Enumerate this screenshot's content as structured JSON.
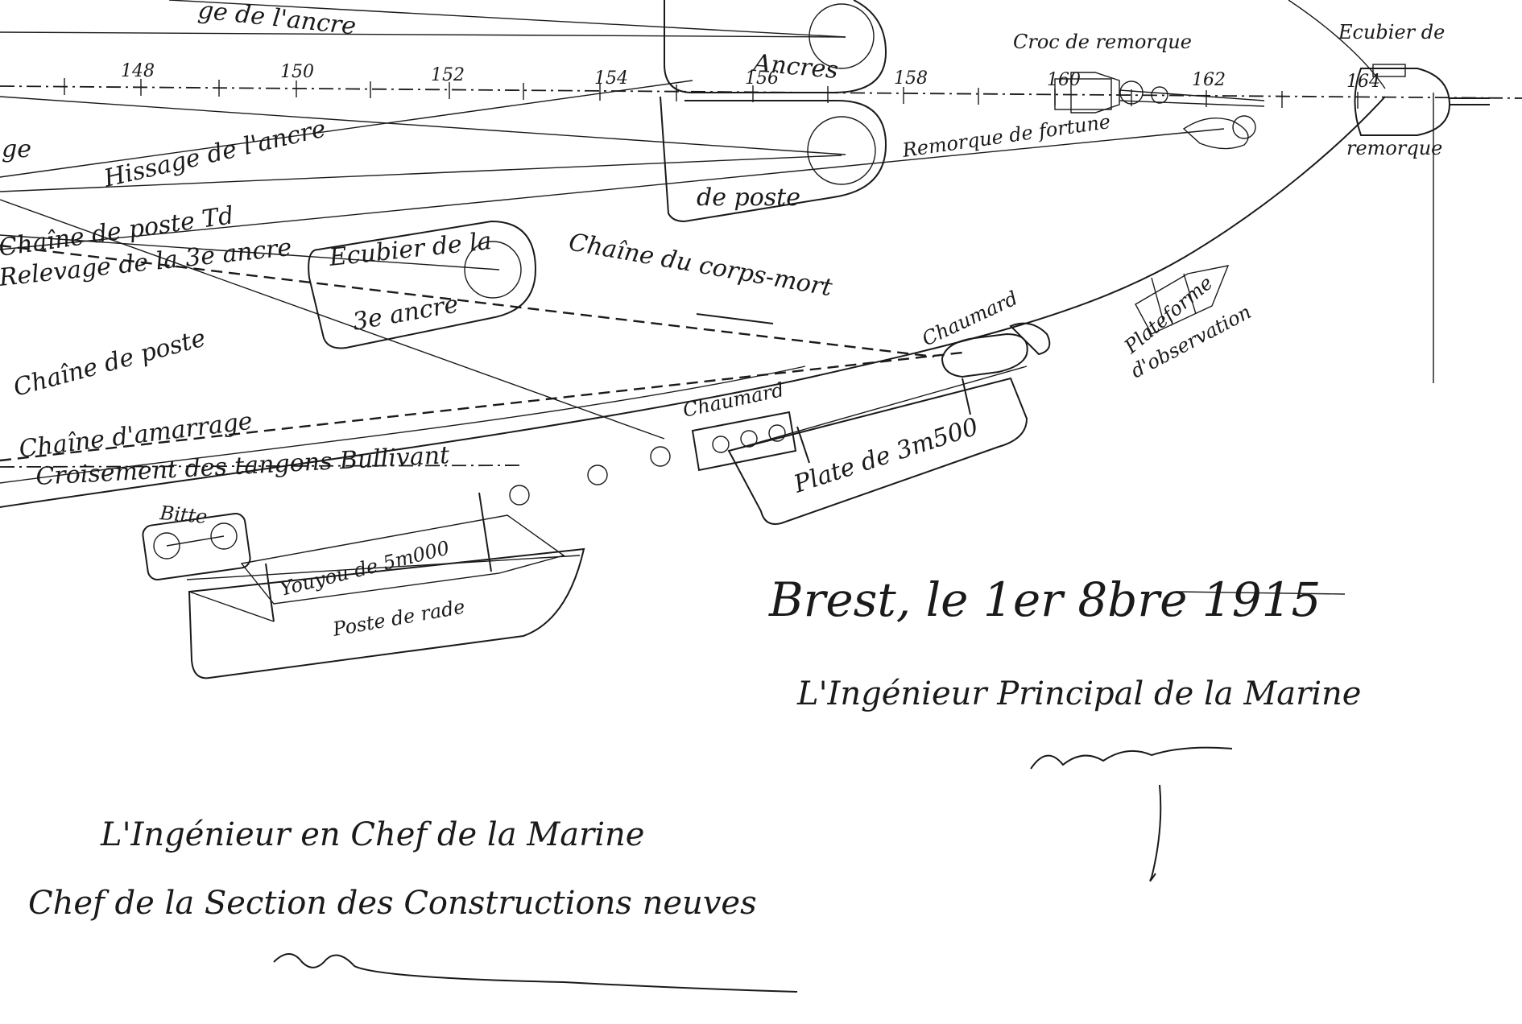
{
  "scale": {
    "ticks": [
      "148",
      "150",
      "152",
      "154",
      "156",
      "158",
      "160",
      "162",
      "164"
    ]
  },
  "labels": {
    "ancre_top": "ge de l'ancre",
    "hissage": "Hissage de l'ancre",
    "chaine_poste_2": "Chaîne de poste Td",
    "relevage": "Relevage de la 3e ancre",
    "chaine_poste": "Chaîne de poste",
    "chaine_amarrage": "Chaîne d'amarrage",
    "croisement": "Croisement des tangons Bullivant",
    "ecubier_3e_line1": "Ecubier de la",
    "ecubier_3e_line2": "3e ancre",
    "chaine_corps_mort": "Chaîne du corps-mort",
    "ancres": "Ancres",
    "de_poste": "de poste",
    "remorque_fortune": "Remorque de fortune",
    "croc_remorque": "Croc de remorque",
    "ecubier_remorque_line1": "Ecubier de",
    "ecubier_remorque_line2": "remorque",
    "chaumard_1": "Chaumard",
    "chaumard_2": "Chaumard",
    "plateforme_line1": "Plateforme",
    "plateforme_line2": "d'observation",
    "plate": "Plate de 3m500",
    "bitte": "Bitte",
    "youyou": "Youyou de 5m000",
    "poste_rade": "Poste de rade",
    "left_fragment": "ge"
  },
  "signatures": {
    "place_date": "Brest, le 1er 8bre 1915",
    "ingenieur_principal": "L'Ingénieur Principal de la Marine",
    "ingenieur_chef": "L'Ingénieur en Chef de la Marine",
    "chef_section": "Chef de la Section des Constructions neuves"
  }
}
